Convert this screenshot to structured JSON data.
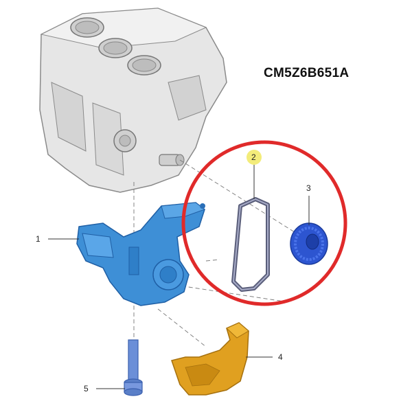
{
  "part_number": "CM5Z6B651A",
  "callouts": {
    "c1": "1",
    "c2": "2",
    "c3": "3",
    "c4": "4",
    "c5": "5"
  },
  "colors": {
    "engine_block": "#dcdcdc",
    "oil_pump": "#3e8fd6",
    "chain": "#6b6f8a",
    "sprocket": "#2d55d0",
    "oil_baffle": "#e0a020",
    "bolt": "#6b8fd8",
    "highlight_circle": "#e02a2a",
    "callout_2_highlight": "#f3ec7a"
  },
  "icons": [
    "engine-block",
    "oil-pump",
    "drive-chain",
    "sprocket",
    "oil-baffle",
    "bolt"
  ]
}
